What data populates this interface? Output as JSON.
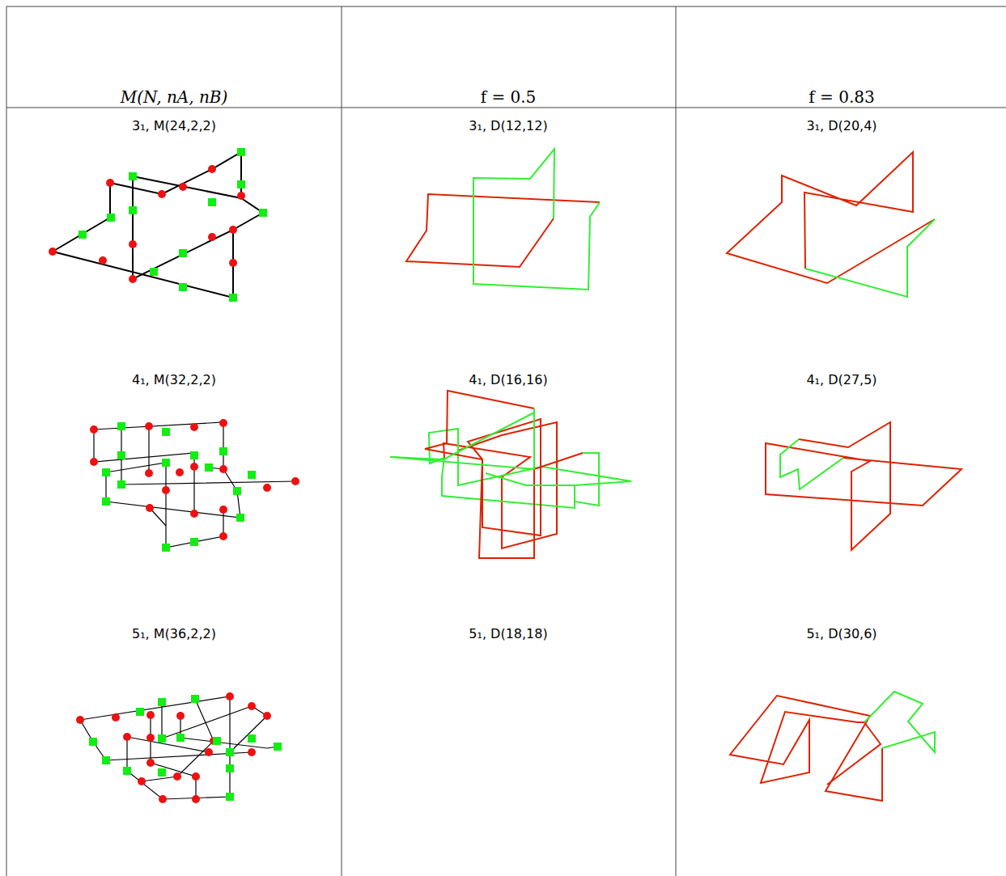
{
  "diagram": {
    "labels": [
      "M(N, nA, nB)",
      "f = 0.5",
      "f = 0.83",
      "3₁, M(24,2,2)",
      "3₁, D(12,12)",
      "3₁, D(20,4)",
      "4₁, M(32,2,2)",
      "4₁, D(16,16)",
      "4₁, D(27,5)",
      "5₁, M(36,2,2)",
      "5₁, D(18,18)",
      "5₁, D(30,6)"
    ]
  }
}
